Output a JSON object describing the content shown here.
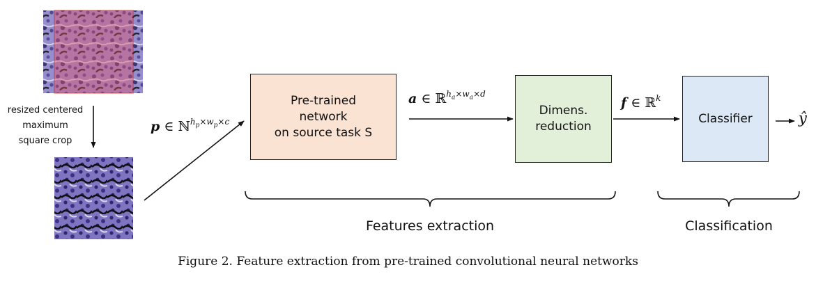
{
  "crop_label": [
    "resized centered",
    "maximum",
    "square crop"
  ],
  "patch_symbol": {
    "var": "p",
    "set": "∈ ℕ",
    "exp": "h",
    "exp_sub1": "p",
    "x1": "×w",
    "exp_sub2": "p",
    "x2": "×c"
  },
  "activation_symbol": {
    "var": "a",
    "set": "∈ ℝ",
    "exp": "h",
    "exp_sub1": "a",
    "x1": "×w",
    "exp_sub2": "a",
    "x2": "×d"
  },
  "feature_symbol": {
    "var": "f",
    "set": "∈ ℝ",
    "exp": "k"
  },
  "output_symbol": "ŷ",
  "blocks": {
    "pretrained": {
      "lines": [
        "Pre-trained",
        "network",
        "on source task S"
      ],
      "color": "#fbe3d4"
    },
    "dimred": {
      "lines": [
        "Dimens.",
        "reduction"
      ],
      "color": "#e2efd9"
    },
    "classifier": {
      "lines": [
        "Classifier"
      ],
      "color": "#dce8f5"
    }
  },
  "braces": {
    "features": "Features extraction",
    "classification": "Classification"
  },
  "caption": "Figure 2. Feature extraction from pre-trained convolutional neural networks"
}
